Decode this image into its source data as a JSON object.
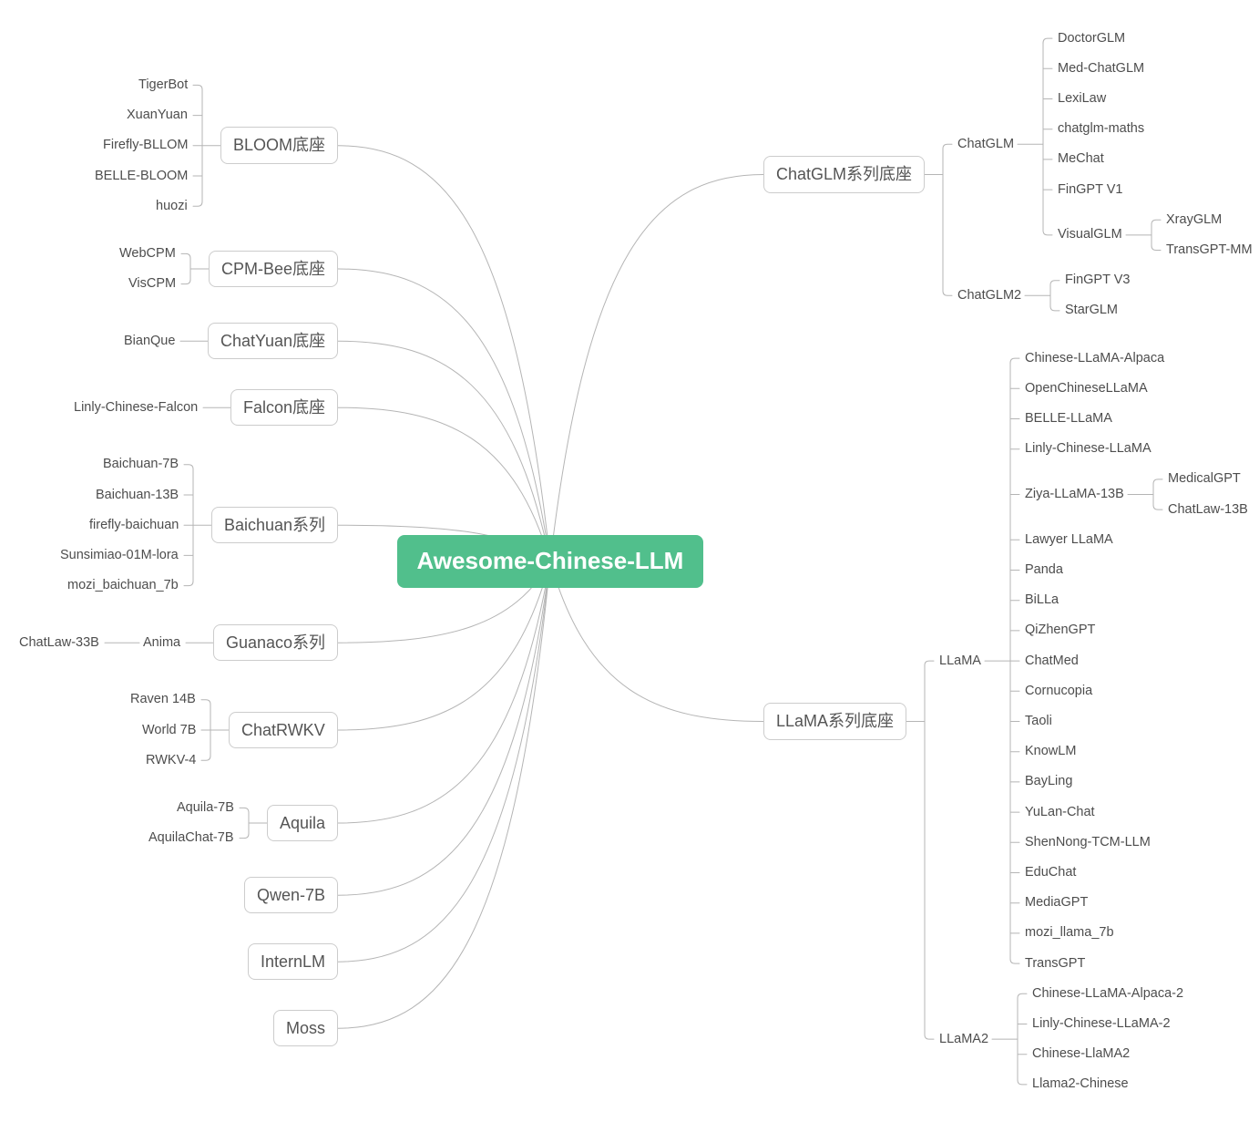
{
  "root": {
    "label": "Awesome-Chinese-LLM"
  },
  "colors": {
    "root_bg": "#51bf8c",
    "root_text": "#ffffff",
    "line": "#b5b5b5",
    "box_border": "#cccccc",
    "box_text": "#555555",
    "leaf_text": "#4d4d4d"
  },
  "left": [
    {
      "label": "BLOOM底座",
      "children": [
        {
          "label": "TigerBot"
        },
        {
          "label": "XuanYuan"
        },
        {
          "label": "Firefly-BLLOM"
        },
        {
          "label": "BELLE-BLOOM"
        },
        {
          "label": "huozi"
        }
      ]
    },
    {
      "label": "CPM-Bee底座",
      "children": [
        {
          "label": "WebCPM"
        },
        {
          "label": "VisCPM"
        }
      ]
    },
    {
      "label": "ChatYuan底座",
      "children": [
        {
          "label": "BianQue"
        }
      ]
    },
    {
      "label": "Falcon底座",
      "children": [
        {
          "label": "Linly-Chinese-Falcon"
        }
      ]
    },
    {
      "label": "Baichuan系列",
      "children": [
        {
          "label": "Baichuan-7B"
        },
        {
          "label": "Baichuan-13B"
        },
        {
          "label": "firefly-baichuan"
        },
        {
          "label": "Sunsimiao-01M-lora"
        },
        {
          "label": "mozi_baichuan_7b"
        }
      ]
    },
    {
      "label": "Guanaco系列",
      "children": [
        {
          "label": "Anima",
          "children": [
            {
              "label": "ChatLaw-33B"
            }
          ]
        }
      ]
    },
    {
      "label": "ChatRWKV",
      "children": [
        {
          "label": "Raven 14B"
        },
        {
          "label": "World 7B"
        },
        {
          "label": "RWKV-4"
        }
      ]
    },
    {
      "label": "Aquila",
      "children": [
        {
          "label": "Aquila-7B"
        },
        {
          "label": "AquilaChat-7B"
        }
      ]
    },
    {
      "label": "Qwen-7B"
    },
    {
      "label": "InternLM"
    },
    {
      "label": "Moss"
    }
  ],
  "right": [
    {
      "label": "ChatGLM系列底座",
      "children": [
        {
          "label": "ChatGLM",
          "children": [
            {
              "label": "DoctorGLM"
            },
            {
              "label": "Med-ChatGLM"
            },
            {
              "label": "LexiLaw"
            },
            {
              "label": "chatglm-maths"
            },
            {
              "label": "MeChat"
            },
            {
              "label": "FinGPT V1"
            },
            {
              "label": "VisualGLM",
              "children": [
                {
                  "label": "XrayGLM"
                },
                {
                  "label": "TransGPT-MM"
                }
              ]
            }
          ]
        },
        {
          "label": "ChatGLM2",
          "children": [
            {
              "label": "FinGPT V3"
            },
            {
              "label": "StarGLM"
            }
          ]
        }
      ]
    },
    {
      "label": "LLaMA系列底座",
      "children": [
        {
          "label": "LLaMA",
          "children": [
            {
              "label": "Chinese-LLaMA-Alpaca"
            },
            {
              "label": "OpenChineseLLaMA"
            },
            {
              "label": "BELLE-LLaMA"
            },
            {
              "label": "Linly-Chinese-LLaMA"
            },
            {
              "label": "Ziya-LLaMA-13B",
              "children": [
                {
                  "label": "MedicalGPT"
                },
                {
                  "label": "ChatLaw-13B"
                }
              ]
            },
            {
              "label": "Lawyer LLaMA"
            },
            {
              "label": "Panda"
            },
            {
              "label": "BiLLa"
            },
            {
              "label": "QiZhenGPT"
            },
            {
              "label": "ChatMed"
            },
            {
              "label": "Cornucopia"
            },
            {
              "label": "Taoli"
            },
            {
              "label": "KnowLM"
            },
            {
              "label": "BayLing"
            },
            {
              "label": "YuLan-Chat"
            },
            {
              "label": "ShenNong-TCM-LLM"
            },
            {
              "label": "EduChat"
            },
            {
              "label": "MediaGPT"
            },
            {
              "label": "mozi_llama_7b"
            },
            {
              "label": "TransGPT"
            }
          ]
        },
        {
          "label": "LLaMA2",
          "children": [
            {
              "label": "Chinese-LLaMA-Alpaca-2"
            },
            {
              "label": "Linly-Chinese-LLaMA-2"
            },
            {
              "label": "Chinese-LlaMA2"
            },
            {
              "label": "Llama2-Chinese"
            }
          ]
        }
      ]
    }
  ]
}
